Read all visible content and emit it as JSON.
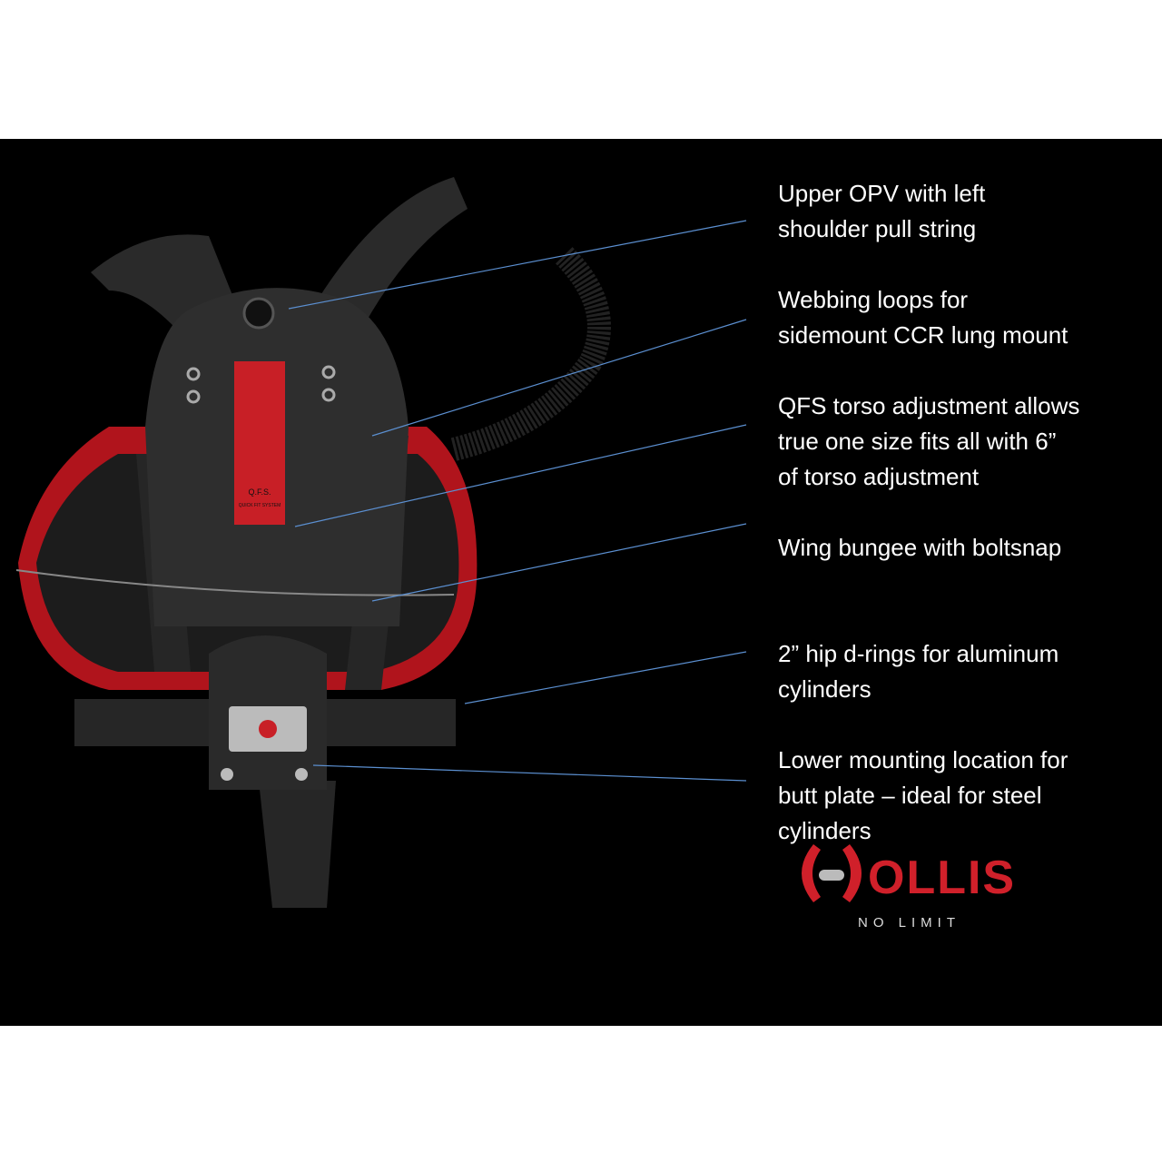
{
  "callouts": [
    {
      "id": "upper-opv",
      "lines": [
        "Upper OPV with left",
        "shoulder pull string"
      ]
    },
    {
      "id": "webbing-loops",
      "lines": [
        "Webbing loops for",
        "sidemount CCR lung mount"
      ]
    },
    {
      "id": "qfs-torso",
      "lines": [
        "QFS torso adjustment allows",
        "true one size fits all with 6”",
        "of torso adjustment"
      ]
    },
    {
      "id": "wing-bungee",
      "lines": [
        "Wing bungee with boltsnap"
      ]
    },
    {
      "id": "hip-d-rings",
      "lines": [
        "2” hip d-rings for aluminum",
        "cylinders"
      ]
    },
    {
      "id": "lower-mounting",
      "lines": [
        "Lower mounting location for",
        "butt plate – ideal for steel",
        "cylinders"
      ]
    }
  ],
  "logo": {
    "brand": "HOLLIS",
    "tagline": "NO LIMIT"
  },
  "product_labels": {
    "qfs": "Q.F.S.",
    "qfs_sub": "QUICK FIT SYSTEM"
  },
  "colors": {
    "background": "#000000",
    "callout_line": "#5b8fd0",
    "brand_red": "#d0202a",
    "text": "#ffffff"
  }
}
